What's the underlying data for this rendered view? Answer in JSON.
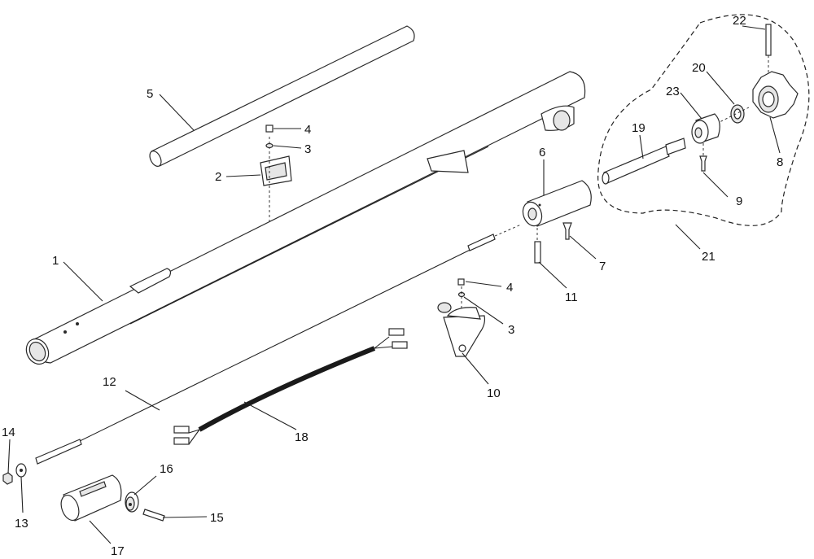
{
  "diagram": {
    "callouts": {
      "c1": "1",
      "c2": "2",
      "c3a": "3",
      "c3b": "3",
      "c4a": "4",
      "c4b": "4",
      "c5": "5",
      "c6": "6",
      "c7": "7",
      "c8": "8",
      "c9": "9",
      "c10": "10",
      "c11": "11",
      "c12": "12",
      "c13": "13",
      "c14": "14",
      "c15": "15",
      "c16": "16",
      "c17": "17",
      "c18": "18",
      "c19": "19",
      "c20": "20",
      "c21": "21",
      "c22": "22",
      "c23": "23"
    },
    "colors": {
      "line": "#2a2a2a",
      "fill": "#ffffff",
      "shade": "#e6e6e6",
      "cable": "#1a1a1a"
    }
  }
}
